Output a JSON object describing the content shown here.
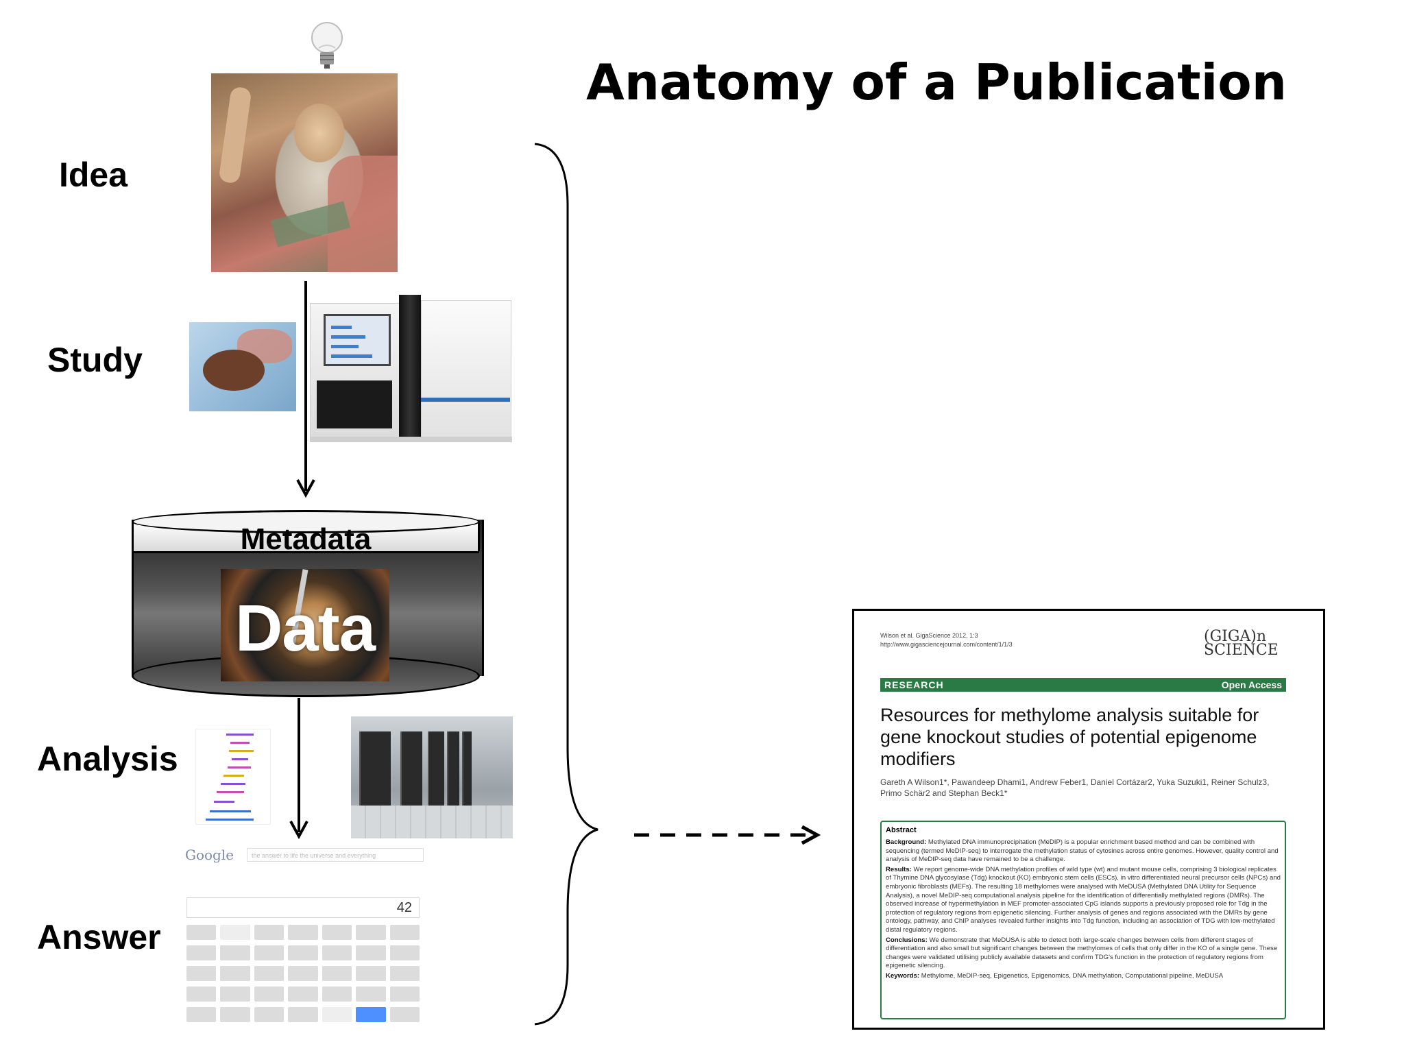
{
  "title": "Anatomy of a Publication",
  "stages": {
    "idea": "Idea",
    "study": "Study",
    "analysis": "Analysis",
    "answer": "Answer"
  },
  "database": {
    "metadata_label": "Metadata",
    "data_label": "Data"
  },
  "calculator": {
    "logo": "Google",
    "search_text": "the answer to life the universe and everything",
    "result": "42"
  },
  "publication": {
    "cite_line1": "Wilson et al. GigaScience 2012, 1:3",
    "cite_line2": "http://www.gigasciencejournal.com/content/1/1/3",
    "journal_logo": "(GIGA)n SCIENCE",
    "section": "RESEARCH",
    "access": "Open Access",
    "title": "Resources for methylome analysis suitable for gene knockout studies of potential epigenome modifiers",
    "authors": "Gareth A Wilson1*, Pawandeep Dhami1, Andrew Feber1, Daniel Cortázar2, Yuka Suzuki1, Reiner Schulz3, Primo Schär2 and Stephan Beck1*",
    "abstract_heading": "Abstract",
    "background_label": "Background:",
    "background_text": "Methylated DNA immunoprecipitation (MeDIP) is a popular enrichment based method and can be combined with sequencing (termed MeDIP-seq) to interrogate the methylation status of cytosines across entire genomes. However, quality control and analysis of MeDIP-seq data have remained to be a challenge.",
    "results_label": "Results:",
    "results_text": "We report genome-wide DNA methylation profiles of wild type (wt) and mutant mouse cells, comprising 3 biological replicates of Thymine DNA glycosylase (Tdg) knockout (KO) embryonic stem cells (ESCs), in vitro differentiated neural precursor cells (NPCs) and embryonic fibroblasts (MEFs). The resulting 18 methylomes were analysed with MeDUSA (Methylated DNA Utility for Sequence Analysis), a novel MeDIP-seq computational analysis pipeline for the identification of differentially methylated regions (DMRs). The observed increase of hypermethylation in MEF promoter-associated CpG islands supports a previously proposed role for Tdg in the protection of regulatory regions from epigenetic silencing. Further analysis of genes and regions associated with the DMRs by gene ontology, pathway, and ChIP analyses revealed further insights into Tdg function, including an association of TDG with low-methylated distal regulatory regions.",
    "conclusions_label": "Conclusions:",
    "conclusions_text": "We demonstrate that MeDUSA is able to detect both large-scale changes between cells from different stages of differentiation and also small but significant changes between the methylomes of cells that only differ in the KO of a single gene. These changes were validated utilising publicly available datasets and confirm TDG's function in the protection of regulatory regions from epigenetic silencing.",
    "keywords_label": "Keywords:",
    "keywords_text": "Methylome, MeDIP-seq, Epigenetics, Epigenomics, DNA methylation, Computational pipeline, MeDUSA"
  },
  "colors": {
    "journal_green": "#2a7a45",
    "calc_equals_blue": "#4d90fe",
    "arrow": "#000000"
  },
  "icons": [
    "light-bulb-icon"
  ]
}
